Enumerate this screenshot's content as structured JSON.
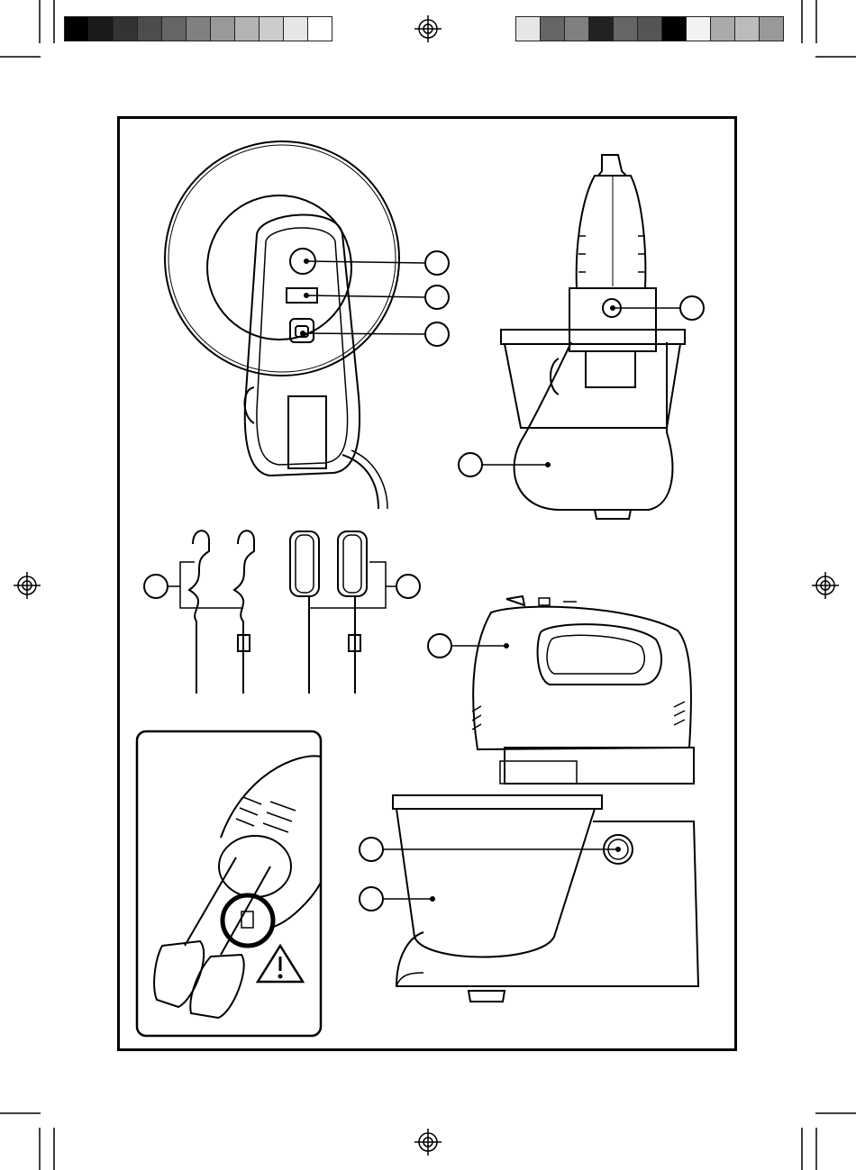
{
  "calibration": {
    "left_strip": [
      "#000000",
      "#1a1a1a",
      "#333333",
      "#4d4d4d",
      "#666666",
      "#808080",
      "#999999",
      "#b3b3b3",
      "#cccccc",
      "#e6e6e6",
      "#ffffff"
    ],
    "right_strip": [
      "#e6e6e6",
      "#666666",
      "#808080",
      "#222222",
      "#666666",
      "#555555",
      "#000000",
      "#f2f2f2",
      "#aaaaaa",
      "#bbbbbb",
      "#999999"
    ]
  },
  "colors": {
    "line": "#000000",
    "paper": "#ffffff"
  },
  "icons": {
    "registration_marks": [
      "registration-mark-top",
      "registration-mark-left",
      "registration-mark-right",
      "registration-mark-bottom"
    ],
    "warning": "warning-triangle-icon"
  },
  "callouts": [
    "",
    "",
    "",
    "",
    "",
    "",
    "",
    "",
    "",
    "",
    ""
  ]
}
